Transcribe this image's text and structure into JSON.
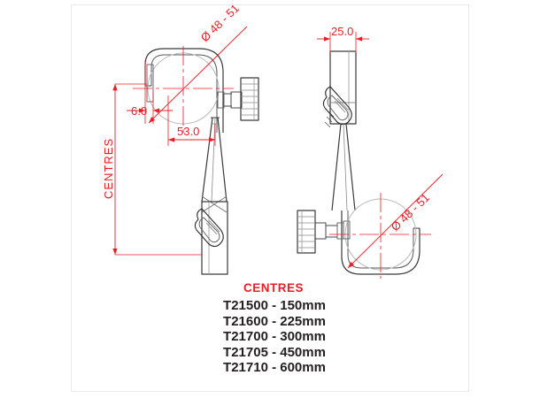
{
  "drawing": {
    "title": "CENTRES",
    "dimensions": {
      "left_diameter": "Ø 48 - 51",
      "right_diameter": "Ø 48 - 51",
      "offset_6": "6.0",
      "span_53": "53.0",
      "width_25": "25.0",
      "centres_label": "CENTRES"
    }
  },
  "part_list": {
    "heading": "CENTRES",
    "rows": [
      "T21500 - 150mm",
      "T21600 - 225mm",
      "T21700 - 300mm",
      "T21705 - 450mm",
      "T21710 - 600mm"
    ]
  },
  "colors": {
    "dimension": "#ed1c24",
    "outline": "#231f20",
    "frame": "#e9e9ec"
  }
}
